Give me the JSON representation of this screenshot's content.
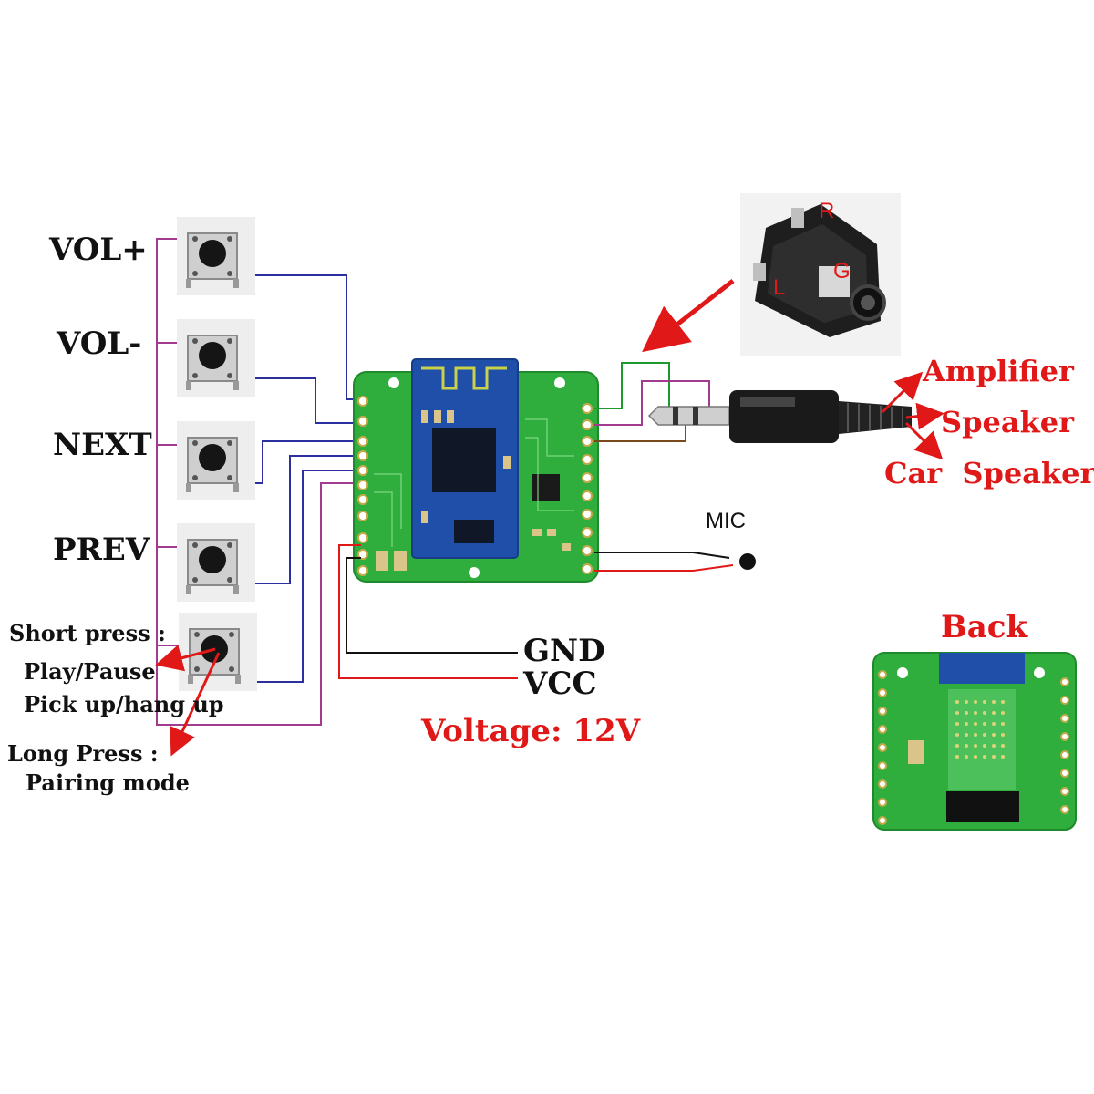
{
  "buttons": [
    {
      "label": "VOL+"
    },
    {
      "label": "VOL-"
    },
    {
      "label": "NEXT"
    },
    {
      "label": "PREV"
    }
  ],
  "play_button": {
    "short_press_title": "Short press :",
    "short_press_action1": "Play/Pause",
    "short_press_action2": "Pick up/hang up",
    "long_press_title": "Long Press :",
    "long_press_action": "Pairing mode"
  },
  "jack": {
    "pin_r": "R",
    "pin_g": "G",
    "pin_l": "L"
  },
  "outputs": {
    "amplifier": "Amplifier",
    "speaker": "Speaker",
    "car_speaker": "Car  Speaker"
  },
  "mic_label": "MIC",
  "power": {
    "gnd": "GND",
    "vcc": "VCC",
    "voltage": "Voltage: 12V"
  },
  "back_label": "Back",
  "colors": {
    "board_green": "#2fae3e",
    "bt_module_blue": "#1f4fa8",
    "wire_blue": "#2b2fa0",
    "wire_purple": "#a23a8e",
    "wire_red": "#e01818",
    "wire_black": "#111111",
    "wire_green": "#1d9a2e",
    "wire_brown": "#7a4a1c",
    "annotation_red": "#e01818"
  }
}
